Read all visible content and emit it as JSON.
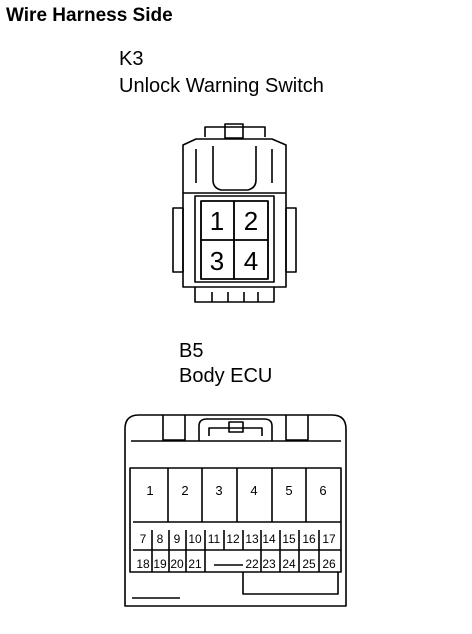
{
  "header": {
    "title": "Wire Harness Side"
  },
  "connectors": [
    {
      "code": "K3",
      "name": "Unlock Warning Switch",
      "pins": [
        "1",
        "2",
        "3",
        "4"
      ]
    },
    {
      "code": "B5",
      "name": "Body ECU",
      "top_row_pins": [
        "1",
        "2",
        "3",
        "4",
        "5",
        "6"
      ],
      "mid_row_pins": [
        "7",
        "8",
        "9",
        "10",
        "11",
        "12",
        "13",
        "14",
        "15",
        "16",
        "17"
      ],
      "bottom_row_pins": [
        "18",
        "19",
        "20",
        "21",
        "22",
        "23",
        "24",
        "25",
        "26"
      ]
    }
  ]
}
